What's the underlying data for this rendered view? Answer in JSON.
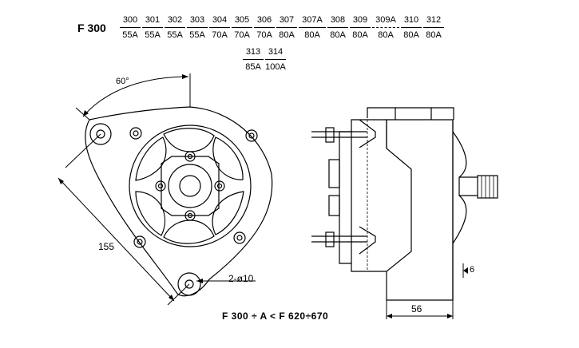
{
  "series_title": "F 300",
  "models_row1": [
    {
      "code": "300",
      "amp": "55A",
      "dashed": false
    },
    {
      "code": "301",
      "amp": "55A",
      "dashed": false
    },
    {
      "code": "302",
      "amp": "55A",
      "dashed": false
    },
    {
      "code": "303",
      "amp": "55A",
      "dashed": false
    },
    {
      "code": "304",
      "amp": "70A",
      "dashed": false
    },
    {
      "code": "305",
      "amp": "70A",
      "dashed": false
    },
    {
      "code": "306",
      "amp": "70A",
      "dashed": false
    },
    {
      "code": "307",
      "amp": "80A",
      "dashed": false
    },
    {
      "code": "307A",
      "amp": "80A",
      "dashed": false
    },
    {
      "code": "308",
      "amp": "80A",
      "dashed": false
    },
    {
      "code": "309",
      "amp": "80A",
      "dashed": false
    },
    {
      "code": "309A",
      "amp": "80A",
      "dashed": true
    },
    {
      "code": "310",
      "amp": "80A",
      "dashed": false
    },
    {
      "code": "312",
      "amp": "80A",
      "dashed": false
    }
  ],
  "models_row2": [
    {
      "code": "313",
      "amp": "85A",
      "dashed": false
    },
    {
      "code": "314",
      "amp": "100A",
      "dashed": false
    }
  ],
  "dimensions": {
    "angle": "60°",
    "mount_distance": "155",
    "holes": "2-ø10",
    "offset": "6",
    "width": "56"
  },
  "footer": "F 300 ÷ A < F 620÷670"
}
